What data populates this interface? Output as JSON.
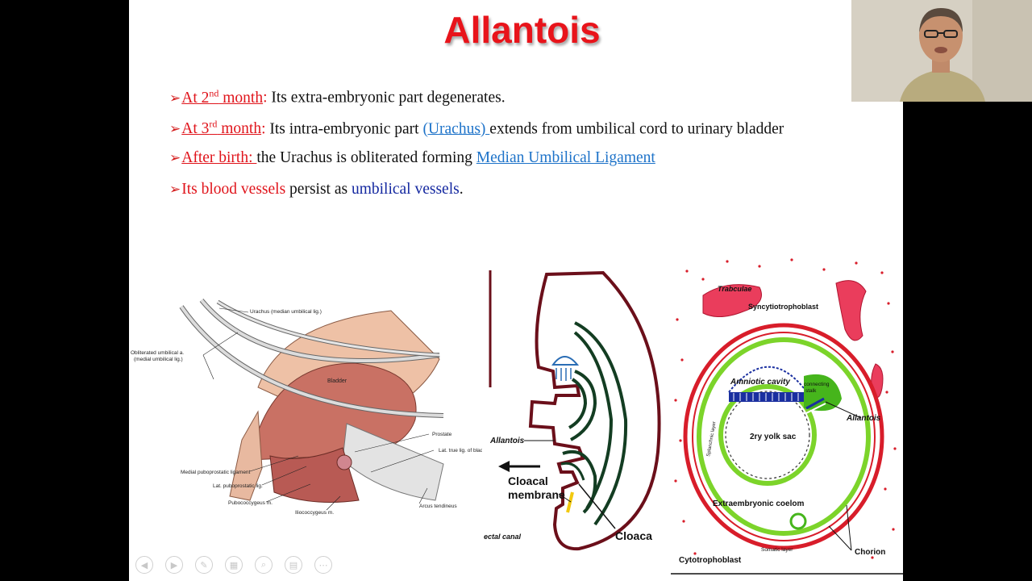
{
  "slide": {
    "title": "Allantois",
    "bullets": [
      {
        "label": "At 2",
        "sup": "nd",
        "label2": " month",
        "sep": ": ",
        "text": "Its extra-embryonic part degenerates."
      },
      {
        "label": "At 3",
        "sup": "rd",
        "label2": " month",
        "sep": ":  ",
        "text1": "Its intra-embryonic part ",
        "link": "(Urachus) ",
        "text2": "extends from umbilical cord to urinary bladder"
      },
      {
        "label": "After birth: ",
        "text1": "the Urachus is obliterated forming  ",
        "link": "Median Umbilical Ligament"
      },
      {
        "label": "Its blood vessels",
        "text1": " persist as ",
        "link": "umbilical vessels",
        "text2": "."
      }
    ]
  },
  "figure_pelvis": {
    "labels": {
      "urachus": "Urachus (median umbilical lig.)",
      "obliterated1": "Obliterated umbilical a.",
      "obliterated2": "(medial umbilical lig.)",
      "bladder": "Bladder",
      "prostate": "Prostate",
      "lat_true": "Lat. true lig. of bladder",
      "medial_pubo": "Medial puboprostatic ligament",
      "lat_pubo": "Lat. puboprostatic lig.",
      "pubococcygeus": "Pubococcygeus m.",
      "iliococcygeus": "Iliococcygeus m.",
      "arcus": "Arcus tendineus"
    }
  },
  "figure_embryo": {
    "labels": {
      "allantois": "Allantois",
      "cloacal1": "Cloacal",
      "cloacal2": "membrane",
      "cloaca": "Cloaca",
      "rectal": "ectal canal"
    }
  },
  "figure_chorion": {
    "labels": {
      "trabeculae": "Trabculae",
      "syncytio": "Syncytiotrophoblast",
      "amniotic": "Amniotic cavity",
      "connecting1": "connecting",
      "connecting2": "stalk",
      "allantois": "Allantois",
      "splanchnic": "Splanchnic layer",
      "yolk": "2ry yolk sac",
      "extra": "Extraembryonic coelom",
      "somatic": "Somatic layer",
      "chorion": "Chorion",
      "cyto": "Cytotrophoblast"
    }
  },
  "toolbar": {
    "icons": [
      "prev-icon",
      "next-icon",
      "pen-icon",
      "slides-icon",
      "zoom-icon",
      "subtitles-icon",
      "more-icon"
    ]
  },
  "colors": {
    "title": "#e8141b",
    "link": "#1e73c9",
    "navy": "#1428a0",
    "embryo_outline": "#6b0f1a",
    "chorion_red": "#d81d2a",
    "chorion_green": "#7cd42a"
  }
}
